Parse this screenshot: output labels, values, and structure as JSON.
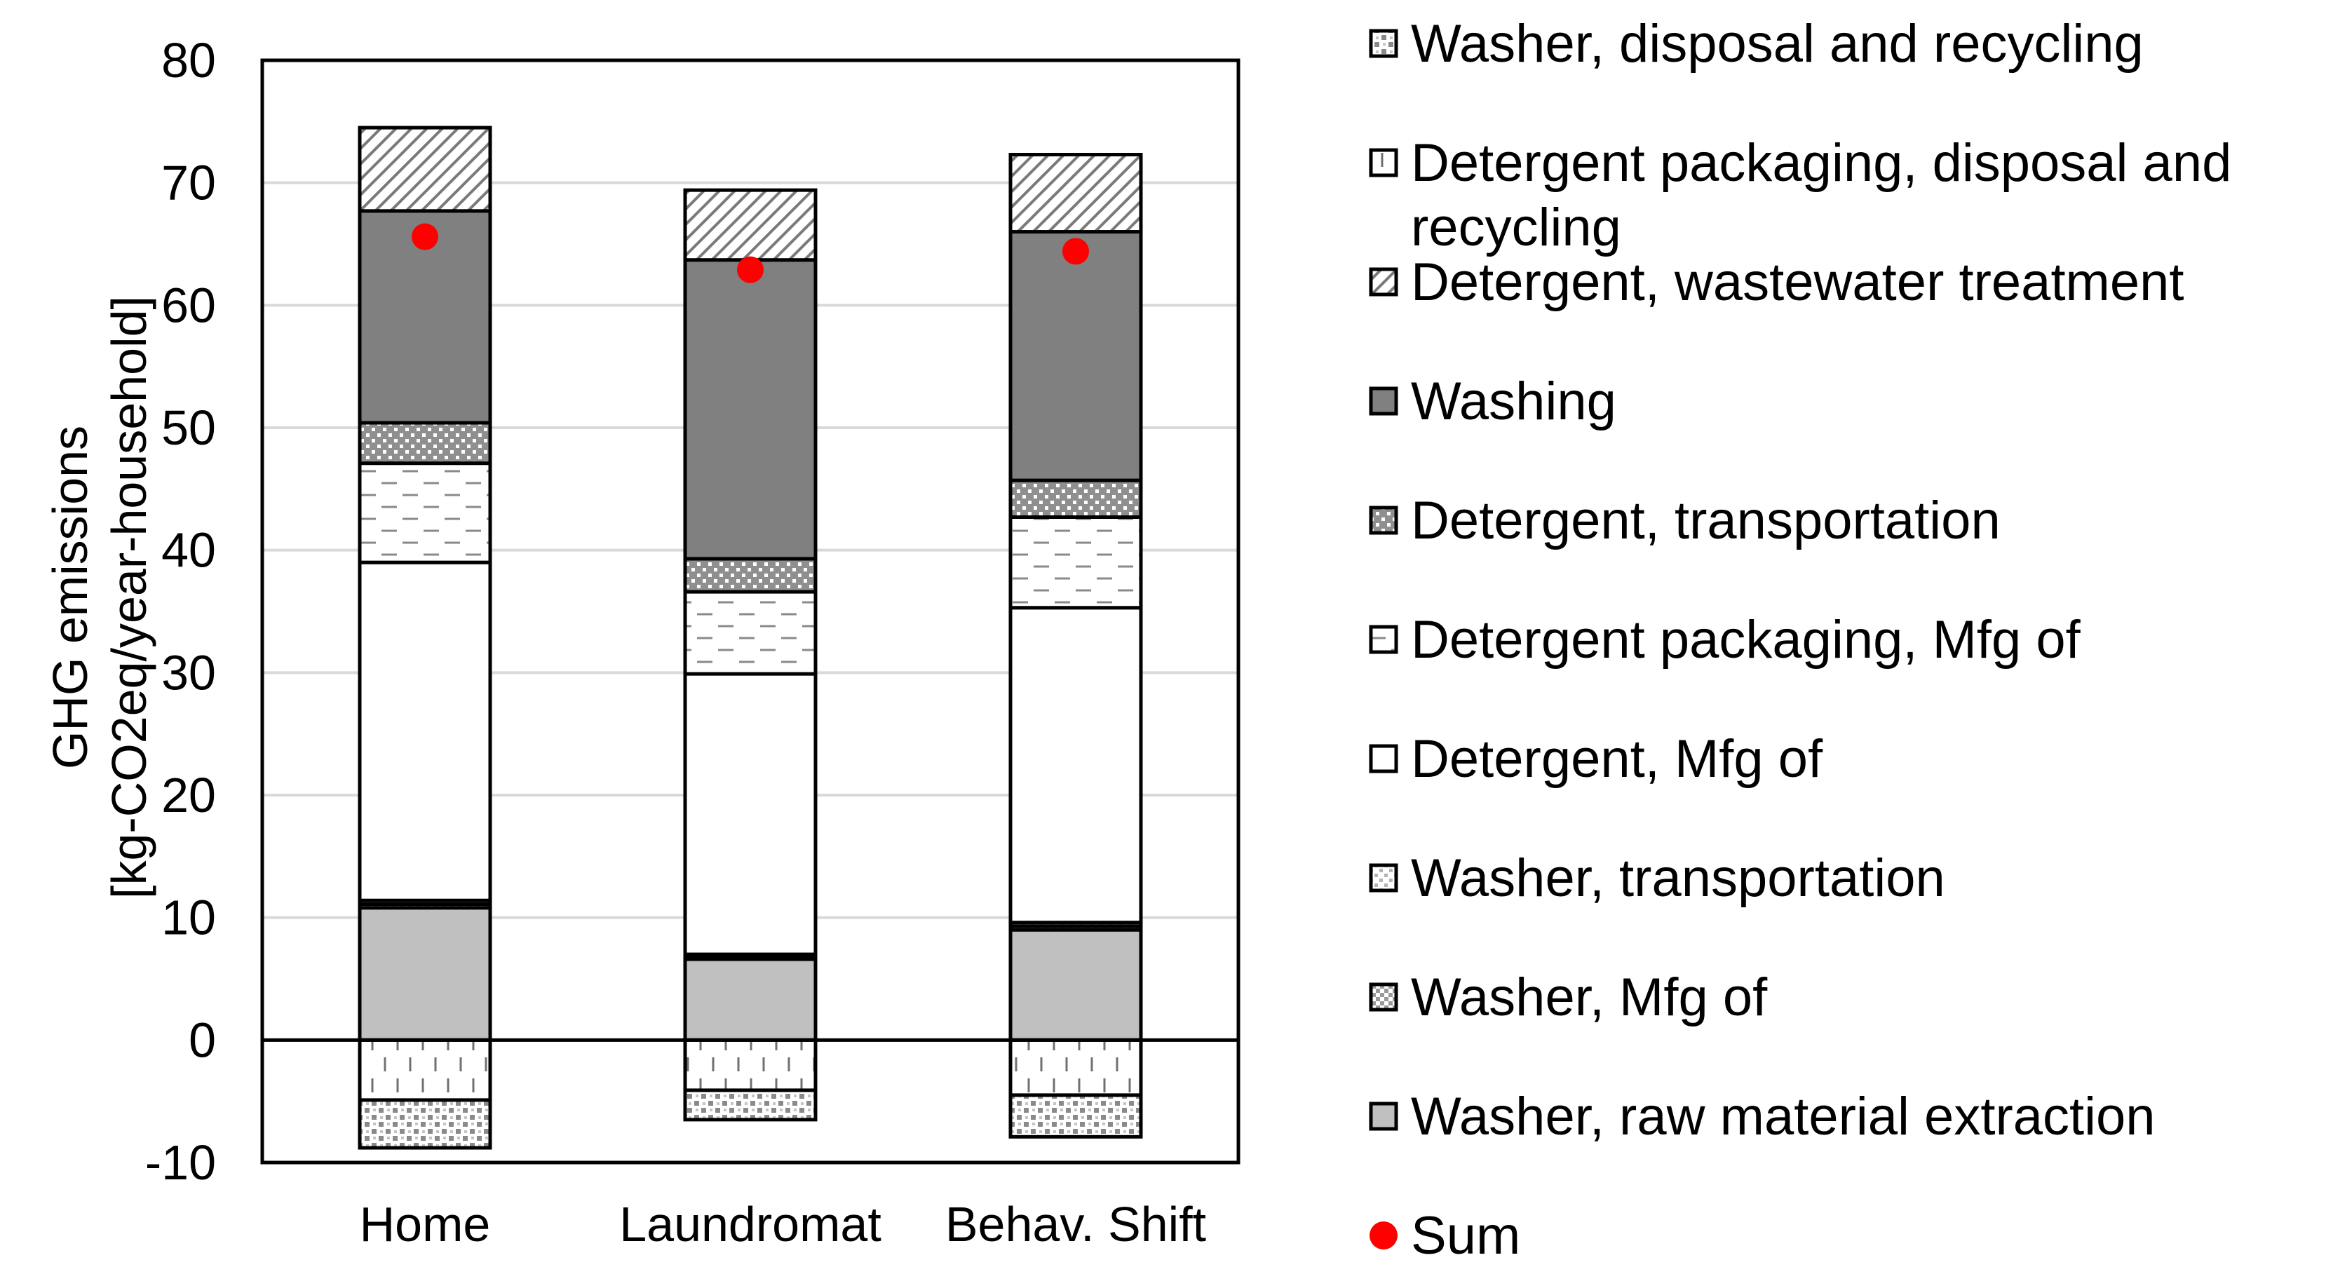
{
  "chart_data": {
    "type": "bar",
    "stacked": true,
    "title": "",
    "xlabel": "",
    "ylabel": "GHG emissions\n[kg-CO2eq/year-household]",
    "ylim": [
      -10,
      80
    ],
    "yticks": [
      -10,
      0,
      10,
      20,
      30,
      40,
      50,
      60,
      70,
      80
    ],
    "grid": true,
    "legend_position": "right",
    "categories": [
      "Home",
      "Laundromat",
      "Behav. Shift"
    ],
    "series": [
      {
        "name": "Washer, raw material extraction",
        "pattern": "solid-light-gray",
        "values": [
          10.8,
          6.6,
          9.0
        ]
      },
      {
        "name": "Washer, Mfg of",
        "pattern": "checker",
        "values": [
          0.3,
          0.2,
          0.3
        ]
      },
      {
        "name": "Washer, transportation",
        "pattern": "checker-light",
        "values": [
          0.3,
          0.2,
          0.3
        ]
      },
      {
        "name": "Detergent, Mfg of",
        "pattern": "white",
        "values": [
          27.6,
          22.9,
          25.7
        ]
      },
      {
        "name": "Detergent packaging, Mfg of",
        "pattern": "dashes",
        "values": [
          8.1,
          6.7,
          7.4
        ]
      },
      {
        "name": "Detergent, transportation",
        "pattern": "dots",
        "values": [
          3.3,
          2.7,
          3.0
        ]
      },
      {
        "name": "Washing",
        "pattern": "solid-dark-gray",
        "values": [
          17.3,
          24.4,
          20.3
        ]
      },
      {
        "name": "Detergent, wastewater treatment",
        "pattern": "diagonal",
        "values": [
          6.8,
          5.7,
          6.3
        ]
      },
      {
        "name": "Detergent packaging, disposal and recycling",
        "pattern": "vertical-dashes",
        "values": [
          -4.9,
          -4.1,
          -4.5
        ]
      },
      {
        "name": "Washer, disposal and recycling",
        "pattern": "checker-neg",
        "values": [
          -3.9,
          -2.4,
          -3.4
        ]
      }
    ],
    "sum": {
      "name": "Sum",
      "color": "#ff0000",
      "values": [
        65.6,
        62.9,
        64.4
      ]
    },
    "legend_order": [
      "Washer, disposal and recycling",
      "Detergent packaging, disposal and recycling",
      "Detergent, wastewater treatment",
      "Washing",
      "Detergent, transportation",
      "Detergent packaging, Mfg of",
      "Detergent, Mfg of",
      "Washer, transportation",
      "Washer, Mfg of",
      "Washer, raw material extraction",
      "Sum"
    ]
  }
}
